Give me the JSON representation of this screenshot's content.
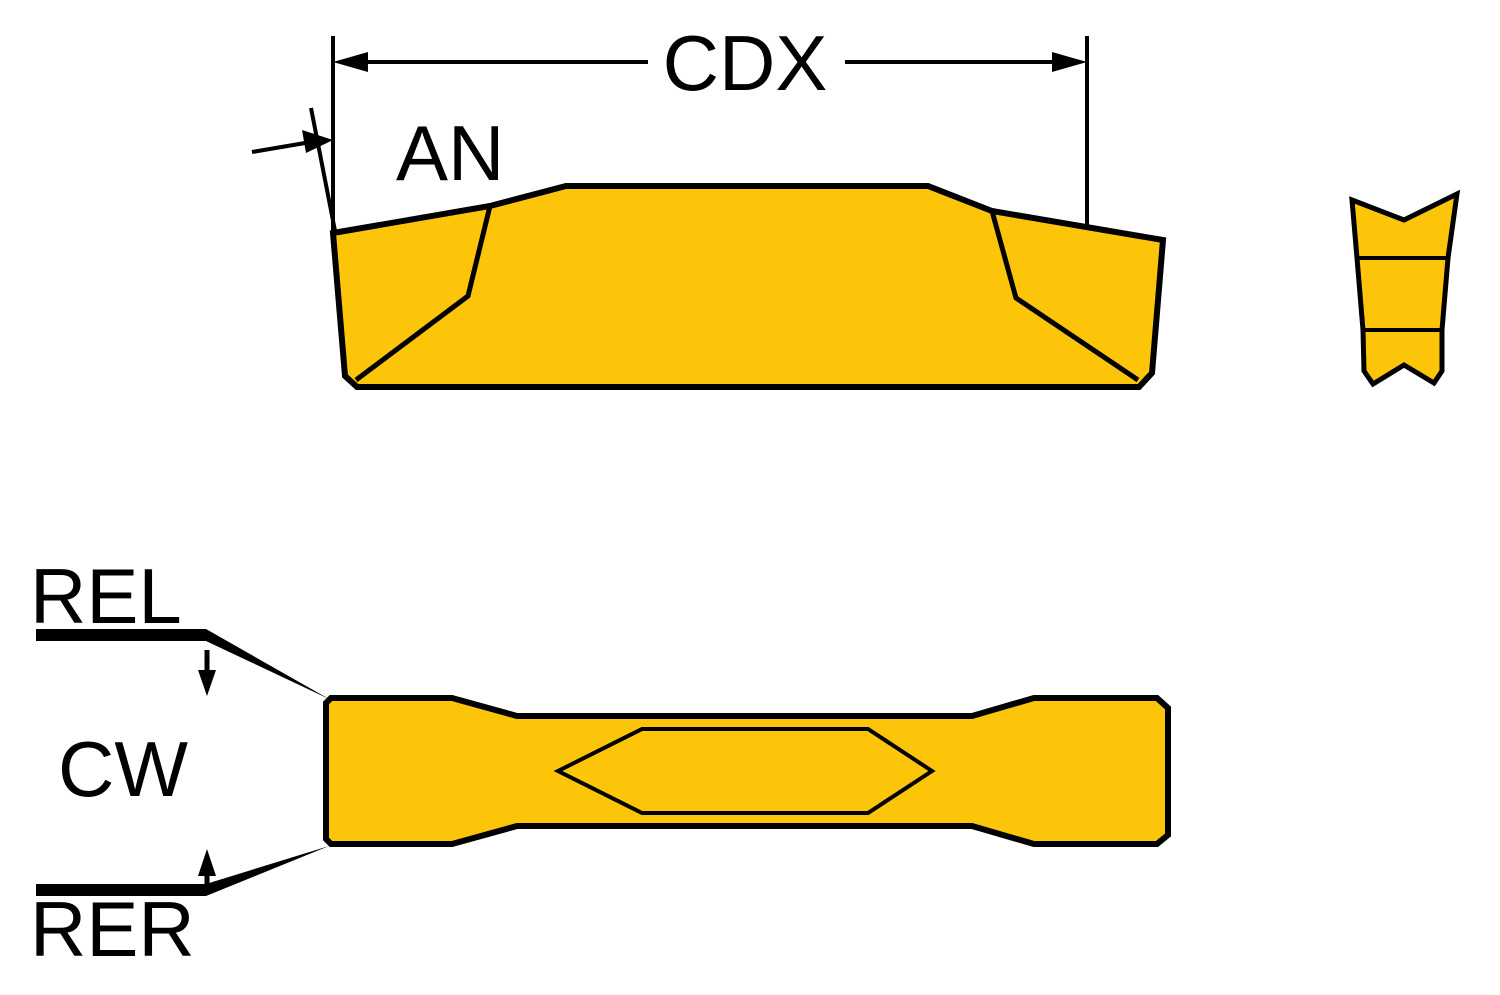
{
  "colors": {
    "background": "#ffffff",
    "line_color": "#000000",
    "insert_fill": "#fcc50a"
  },
  "labels": {
    "cdx": "CDX",
    "an": "AN",
    "rel": "REL",
    "cw": "CW",
    "rer": "RER"
  }
}
